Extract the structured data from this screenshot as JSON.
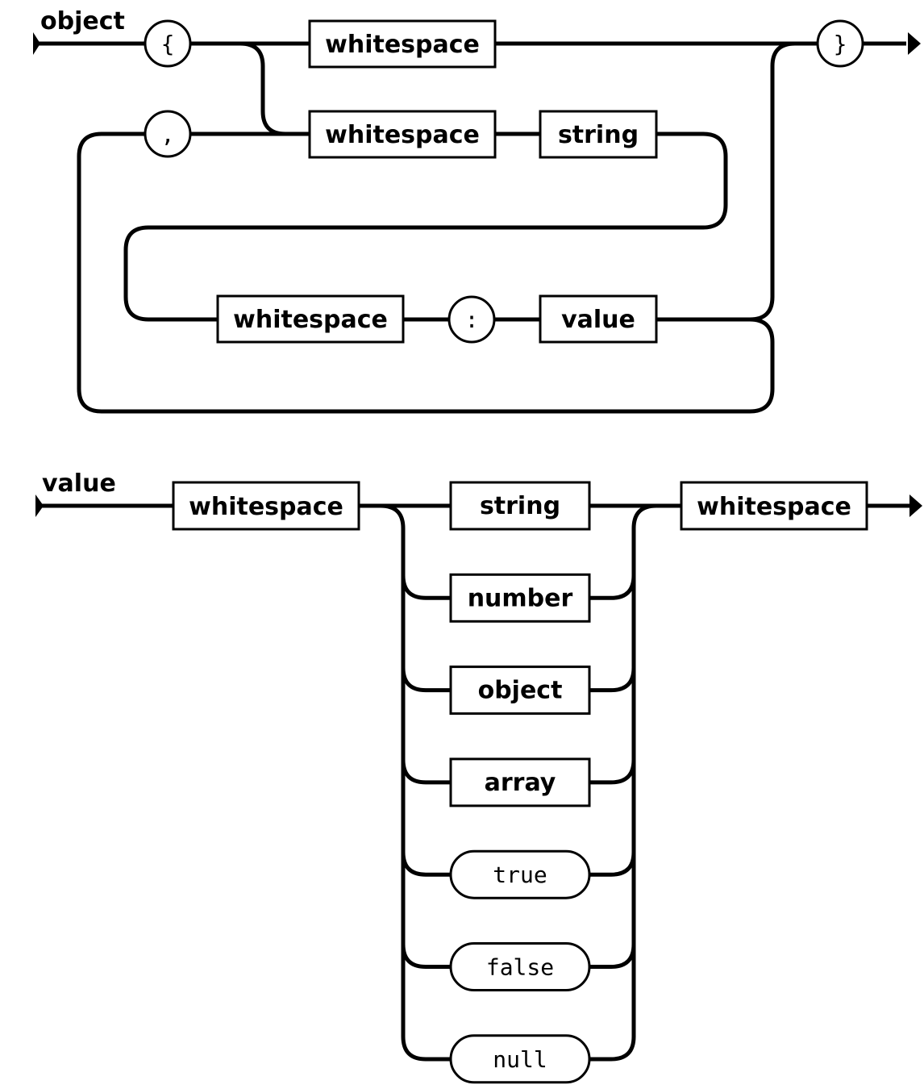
{
  "rules": [
    {
      "name": "object",
      "terminals": {
        "open_brace": "{",
        "close_brace": "}",
        "comma": ",",
        "colon": ":"
      },
      "nonterminals": {
        "whitespace_top": "whitespace",
        "whitespace_member": "whitespace",
        "string": "string",
        "whitespace_value": "whitespace",
        "value": "value"
      }
    },
    {
      "name": "value",
      "nonterminals": {
        "whitespace_lead": "whitespace",
        "whitespace_trail": "whitespace"
      },
      "choices": [
        {
          "label": "string",
          "kind": "nonterminal"
        },
        {
          "label": "number",
          "kind": "nonterminal"
        },
        {
          "label": "object",
          "kind": "nonterminal"
        },
        {
          "label": "array",
          "kind": "nonterminal"
        },
        {
          "label": "true",
          "kind": "terminal"
        },
        {
          "label": "false",
          "kind": "terminal"
        },
        {
          "label": "null",
          "kind": "terminal"
        }
      ]
    }
  ]
}
